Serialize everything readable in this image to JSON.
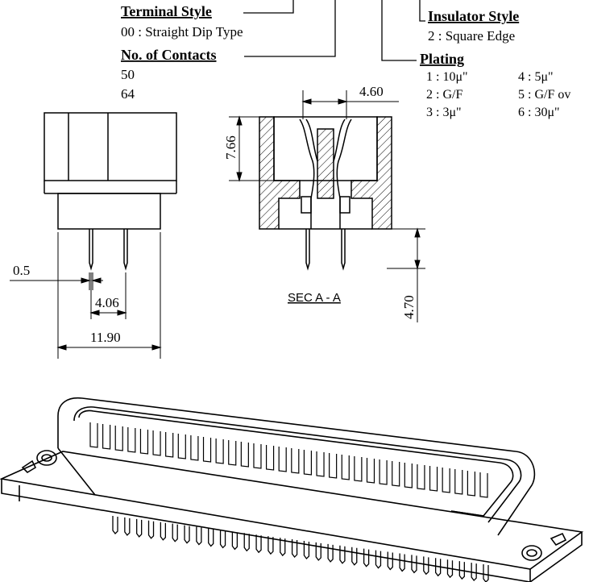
{
  "legend": {
    "terminal_style": {
      "title": "Terminal Style",
      "options": [
        "00 : Straight Dip Type"
      ]
    },
    "contacts": {
      "title": "No. of Contacts",
      "options": [
        "50",
        "64"
      ]
    },
    "insulator_style": {
      "title": "Insulator Style",
      "options": [
        "2 : Square Edge"
      ]
    },
    "plating": {
      "title": "Plating",
      "options": [
        "1 : 10μ\"",
        "4 : 5μ\"",
        "2 : G/F",
        "5 : G/F ov",
        "3 : 3μ\"",
        "6 : 30μ\""
      ]
    }
  },
  "dimensions": {
    "slot_width": "4.60",
    "height": "7.66",
    "pin_width": "0.5",
    "pin_pitch": "4.06",
    "body_width": "11.90",
    "pin_length": "4.70"
  },
  "section_label": "SEC A - A",
  "pin_count_drawn": 32
}
